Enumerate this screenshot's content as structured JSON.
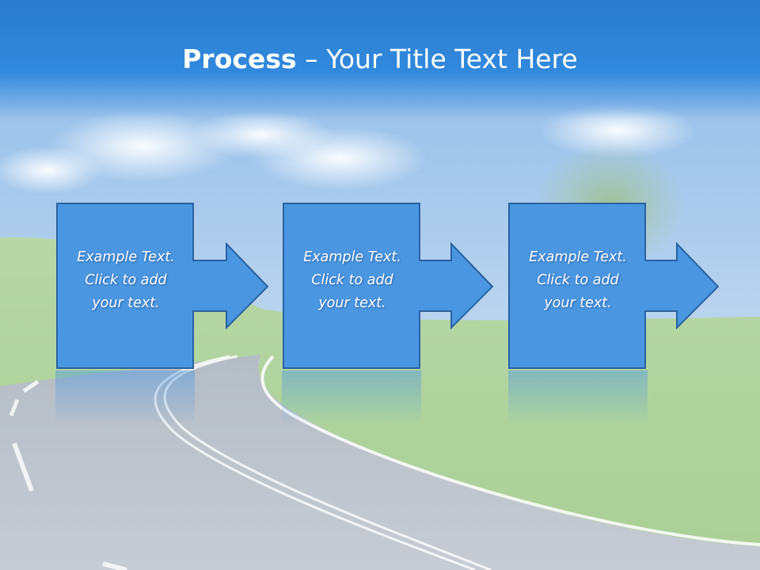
{
  "slide": {
    "title_bold": "Process",
    "title_rest": " – Your Title Text Here"
  },
  "steps": [
    {
      "line1": "Example Text.",
      "line2": "Click  to add",
      "line3": "your text."
    },
    {
      "line1": "Example Text.",
      "line2": "Click  to add",
      "line3": "your text."
    },
    {
      "line1": "Example Text.",
      "line2": "Click  to add",
      "line3": "your text."
    }
  ],
  "colors": {
    "title_bar": "#2a7ccd",
    "box_fill": "#4a96e1",
    "box_border": "#2a62a0",
    "text": "#ffffff"
  }
}
